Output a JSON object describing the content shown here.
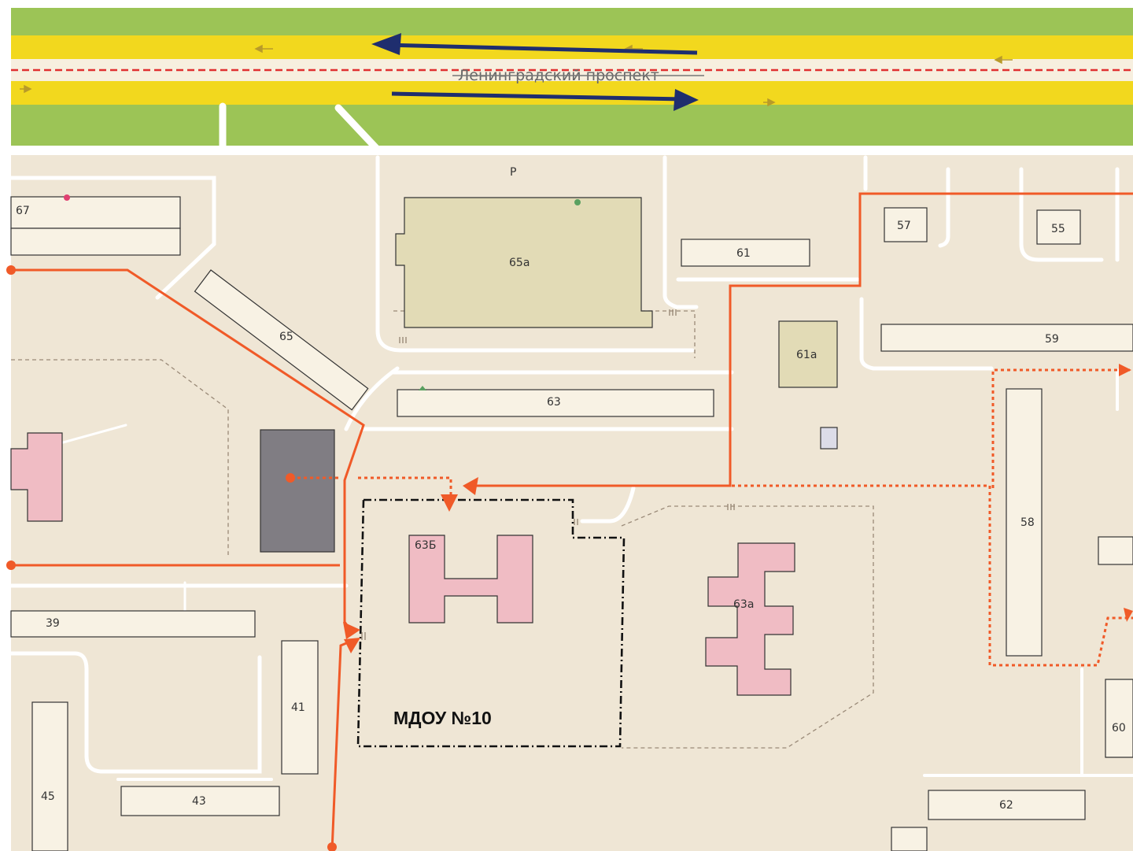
{
  "street_name": "Ленинградский проспект",
  "parking_label": "Р",
  "kindergarten_label": "МДОУ №10",
  "buildings": {
    "b67": "67",
    "b65a": "65а",
    "b61": "61",
    "b57": "57",
    "b55": "55",
    "b65": "65",
    "b59": "59",
    "b61a": "61а",
    "b63": "63",
    "b63b": "63Б",
    "b63a": "63а",
    "b58": "58",
    "b39": "39",
    "b41": "41",
    "b45": "45",
    "b43": "43",
    "b62": "62",
    "b60": "60"
  },
  "colors": {
    "ground": "#efe6d5",
    "lawn": "#9cc456",
    "roadway": "#f2d81e",
    "median": "#f7efdf",
    "building": "#f8f2e4",
    "building_outline": "#333333",
    "school_building": "#f0bcc4",
    "store_building": "#e2dbb6",
    "garage": "#807d83",
    "route": "#f05a28",
    "traffic_arrow": "#1f2e6e",
    "center_line": "#e03030"
  },
  "icons": [
    "traffic-direction-arrow",
    "crosswalk-icon",
    "route-arrow-icon",
    "shop-marker-icon"
  ]
}
